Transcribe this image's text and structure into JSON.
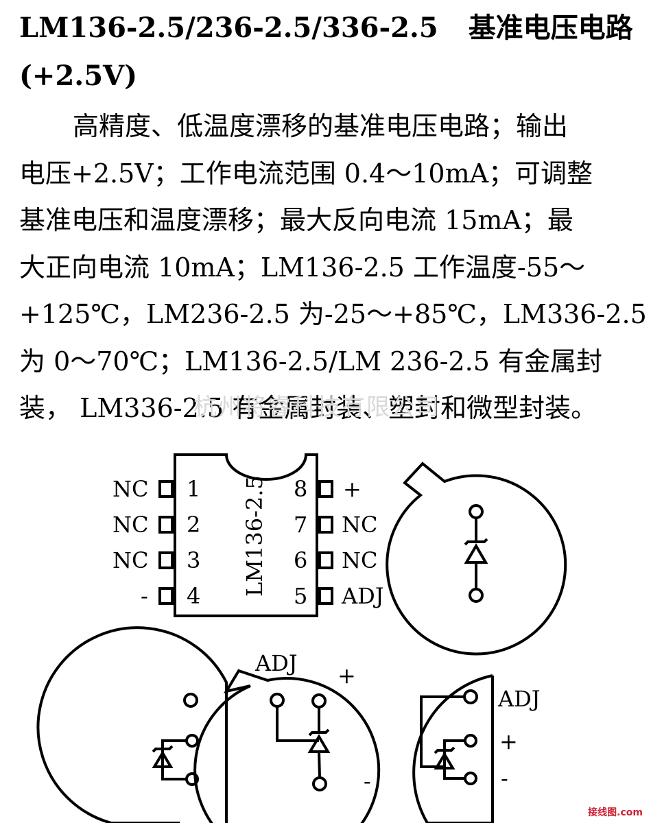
{
  "title": {
    "main": "LM136-2.5/236-2.5/336-2.5",
    "name": "基准电压电路",
    "voltage": "(+2.5V)"
  },
  "description": {
    "lines": [
      "高精度、低温度漂移的基准电压电路；输出",
      "电压+2.5V；工作电流范围 0.4～10mA；可调整",
      "基准电压和温度漂移；最大反向电流 15mA；最",
      "大正向电流 10mA；LM136-2.5 工作温度-55～",
      "+125℃，LM236-2.5 为-25～+85℃，LM336-2.5",
      "为 0～70℃；LM136-2.5/LM 236-2.5 有金属封",
      "装， LM336-2.5 有金属封装、塑封和微型封装。"
    ]
  },
  "watermark": "杭州将睿科技有限公司",
  "chip": {
    "part": "LM136-2.5",
    "left_pins": [
      {
        "label": "NC",
        "num": "1"
      },
      {
        "label": "NC",
        "num": "2"
      },
      {
        "label": "NC",
        "num": "3"
      },
      {
        "label": "-",
        "num": "4"
      }
    ],
    "right_pins": [
      {
        "label": "+",
        "num": "8"
      },
      {
        "label": "NC",
        "num": "7"
      },
      {
        "label": "NC",
        "num": "6"
      },
      {
        "label": "ADJ",
        "num": "5"
      }
    ]
  },
  "packages": {
    "middle_adj": "ADJ",
    "middle_plus": "+",
    "middle_minus": "-",
    "right_adj": "ADJ",
    "right_plus": "+",
    "right_minus": "-"
  },
  "footer": "接线图.com"
}
